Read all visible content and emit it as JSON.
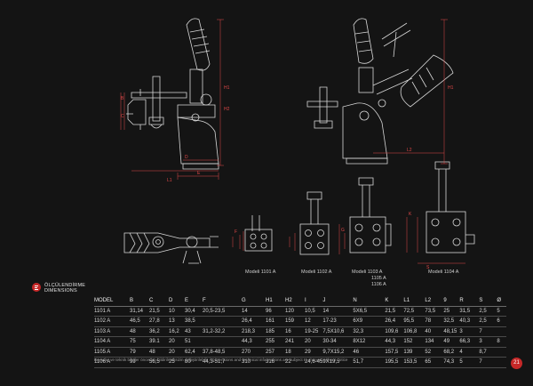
{
  "section": {
    "title_line1": "ÖLÇÜLENDİRME",
    "title_line2": "DIMENSIONS"
  },
  "models": {
    "m1101": "Modeli 1101 A",
    "m1102": "Modeli 1102 A",
    "m1103": "Modeli 1103 A",
    "m1105": "1105 A",
    "m1106": "1106 A",
    "m1104": "Modeli 1104 A"
  },
  "dims": [
    "H1",
    "H2",
    "L1",
    "L2",
    "B",
    "C",
    "D",
    "E",
    "F",
    "G",
    "K",
    "S"
  ],
  "table": {
    "headers": [
      "MODEL",
      "B",
      "C",
      "D",
      "E",
      "F",
      "G",
      "H1",
      "H2",
      "I",
      "J",
      "N",
      "K",
      "L1",
      "L2",
      "9",
      "R",
      "S",
      "Ø"
    ],
    "rows": [
      [
        "1101 A",
        "31,14",
        "21,5",
        "10",
        "30,4",
        "20,5-23,5",
        "14",
        "96",
        "120",
        "10,5",
        "14",
        "5X6,5",
        "21,5",
        "72,5",
        "73,5",
        "25",
        "31,5",
        "2,5",
        "5"
      ],
      [
        "1102 A",
        "46,5",
        "27,8",
        "13",
        "38,5",
        "",
        "26,4",
        "161",
        "159",
        "12",
        "17-23",
        "6X9",
        "26,4",
        "95,5",
        "78",
        "32,5",
        "40,3",
        "2,5",
        "6"
      ],
      [
        "1103 A",
        "48",
        "36,2",
        "16,2",
        "43",
        "31,2-32,2",
        "218,3",
        "185",
        "16",
        "19-25",
        "7,5X10,6",
        "32,3",
        "109,6",
        "106,8",
        "40",
        "48,15",
        "3",
        "7"
      ],
      [
        "1104 A",
        "75",
        "39.1",
        "20",
        "51",
        "",
        "44,3",
        "255",
        "241",
        "20",
        "30-34",
        "8X12",
        "44,3",
        "152",
        "134",
        "49",
        "66,3",
        "3",
        "8"
      ],
      [
        "1105 A",
        "79",
        "48",
        "20",
        "62,4",
        "37,8-48,5",
        "270",
        "257",
        "18",
        "29",
        "9,7X15,2",
        "46",
        "157,5",
        "139",
        "52",
        "68,2",
        "4",
        "8,7"
      ],
      [
        "1106 A",
        "99",
        "56,5",
        "25",
        "80",
        "44,3-51,7",
        "310",
        "316",
        "22",
        "24,6-45",
        "9X19,5",
        "51,7",
        "195,5",
        "153,5",
        "65",
        "74,3",
        "5",
        "7"
      ]
    ]
  },
  "footnote": "Boyutlar ve teknik bilgiler önceden bildirilmeksizin değiştirilebilir / Dimensions and technical informations are subject to change without notice",
  "page_number": "21",
  "colors": {
    "accent": "#c62828",
    "background": "#141414",
    "line": "#d8d8d8",
    "dimension": "#e04848"
  }
}
